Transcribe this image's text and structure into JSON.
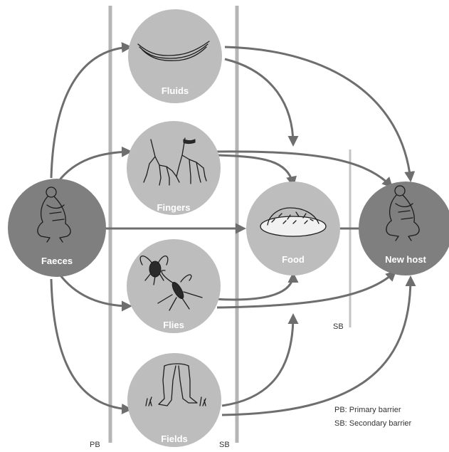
{
  "nodes": {
    "faeces": {
      "label": "Faeces",
      "icon": "squatting-person-icon"
    },
    "fluids": {
      "label": "Fluids",
      "icon": "water-waves-icon"
    },
    "fingers": {
      "label": "Fingers",
      "icon": "hands-icon"
    },
    "flies": {
      "label": "Flies",
      "icon": "fly-mosquito-icon"
    },
    "fields": {
      "label": "Fields",
      "icon": "legs-in-grass-icon"
    },
    "food": {
      "label": "Food",
      "icon": "food-plate-icon"
    },
    "new_host": {
      "label": "New host",
      "icon": "squatting-person-icon"
    }
  },
  "barriers": {
    "pb_label": "PB",
    "sb_label": "SB",
    "sb2_label": "SB"
  },
  "legend": {
    "pb": "PB: Primary barrier",
    "sb": "SB: Secondary barrier"
  },
  "colors": {
    "dark_node": "#7f7f7f",
    "light_node": "#bdbdbd",
    "arrow": "#6e6e6e",
    "barrier": "#b5b5b5"
  }
}
